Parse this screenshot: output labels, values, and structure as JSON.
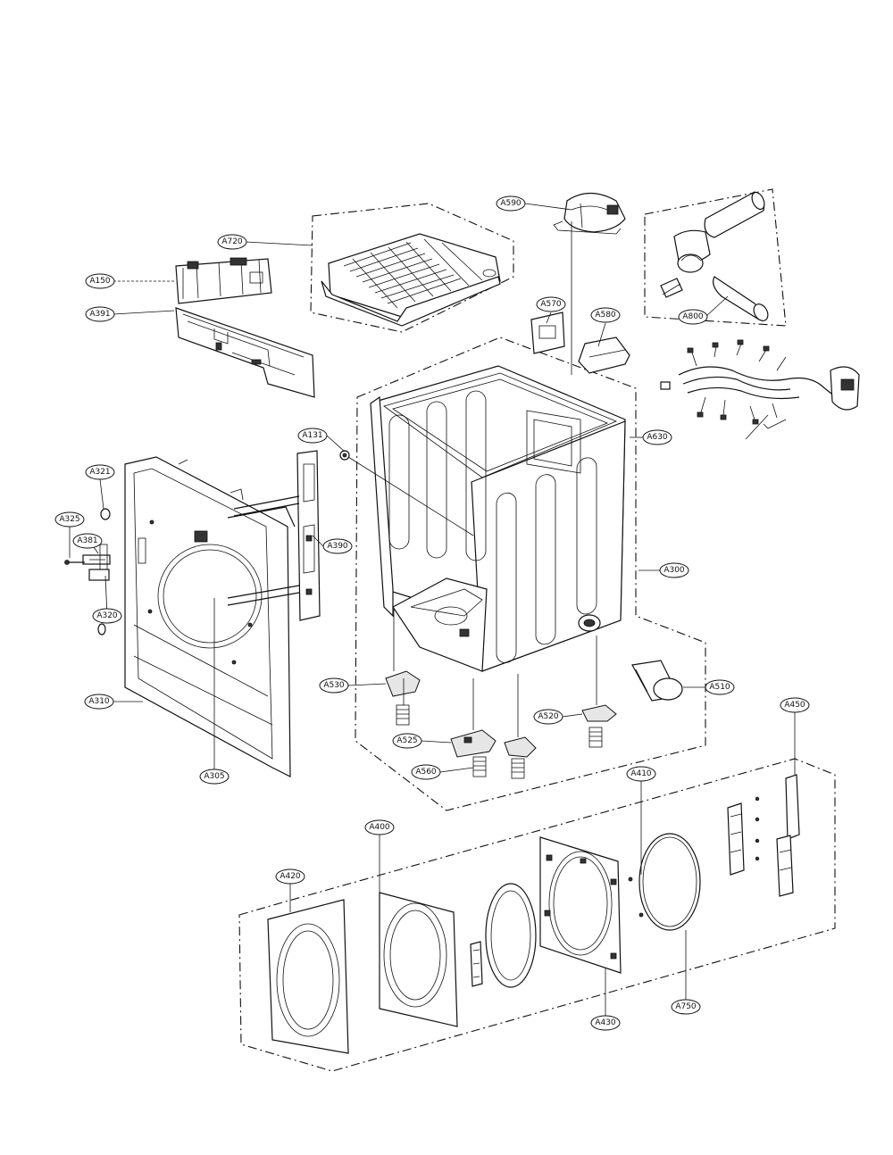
{
  "callouts": [
    {
      "id": "a720",
      "label": "A720"
    },
    {
      "id": "a150",
      "label": "A150"
    },
    {
      "id": "a391",
      "label": "A391"
    },
    {
      "id": "a590",
      "label": "A590"
    },
    {
      "id": "a570",
      "label": "A570"
    },
    {
      "id": "a580",
      "label": "A580"
    },
    {
      "id": "a800",
      "label": "A800"
    },
    {
      "id": "a630",
      "label": "A630"
    },
    {
      "id": "a131",
      "label": "A131"
    },
    {
      "id": "a321",
      "label": "A321"
    },
    {
      "id": "a325",
      "label": "A325"
    },
    {
      "id": "a381",
      "label": "A381"
    },
    {
      "id": "a320",
      "label": "A320"
    },
    {
      "id": "a390",
      "label": "A390"
    },
    {
      "id": "a300",
      "label": "A300"
    },
    {
      "id": "a310",
      "label": "A310"
    },
    {
      "id": "a305",
      "label": "A305"
    },
    {
      "id": "a530",
      "label": "A530"
    },
    {
      "id": "a510",
      "label": "A510"
    },
    {
      "id": "a520",
      "label": "A520"
    },
    {
      "id": "a525",
      "label": "A525"
    },
    {
      "id": "a560",
      "label": "A560"
    },
    {
      "id": "a410",
      "label": "A410"
    },
    {
      "id": "a450",
      "label": "A450"
    },
    {
      "id": "a400",
      "label": "A400"
    },
    {
      "id": "a420",
      "label": "A420"
    },
    {
      "id": "a430",
      "label": "A430"
    },
    {
      "id": "a750",
      "label": "A750"
    }
  ]
}
